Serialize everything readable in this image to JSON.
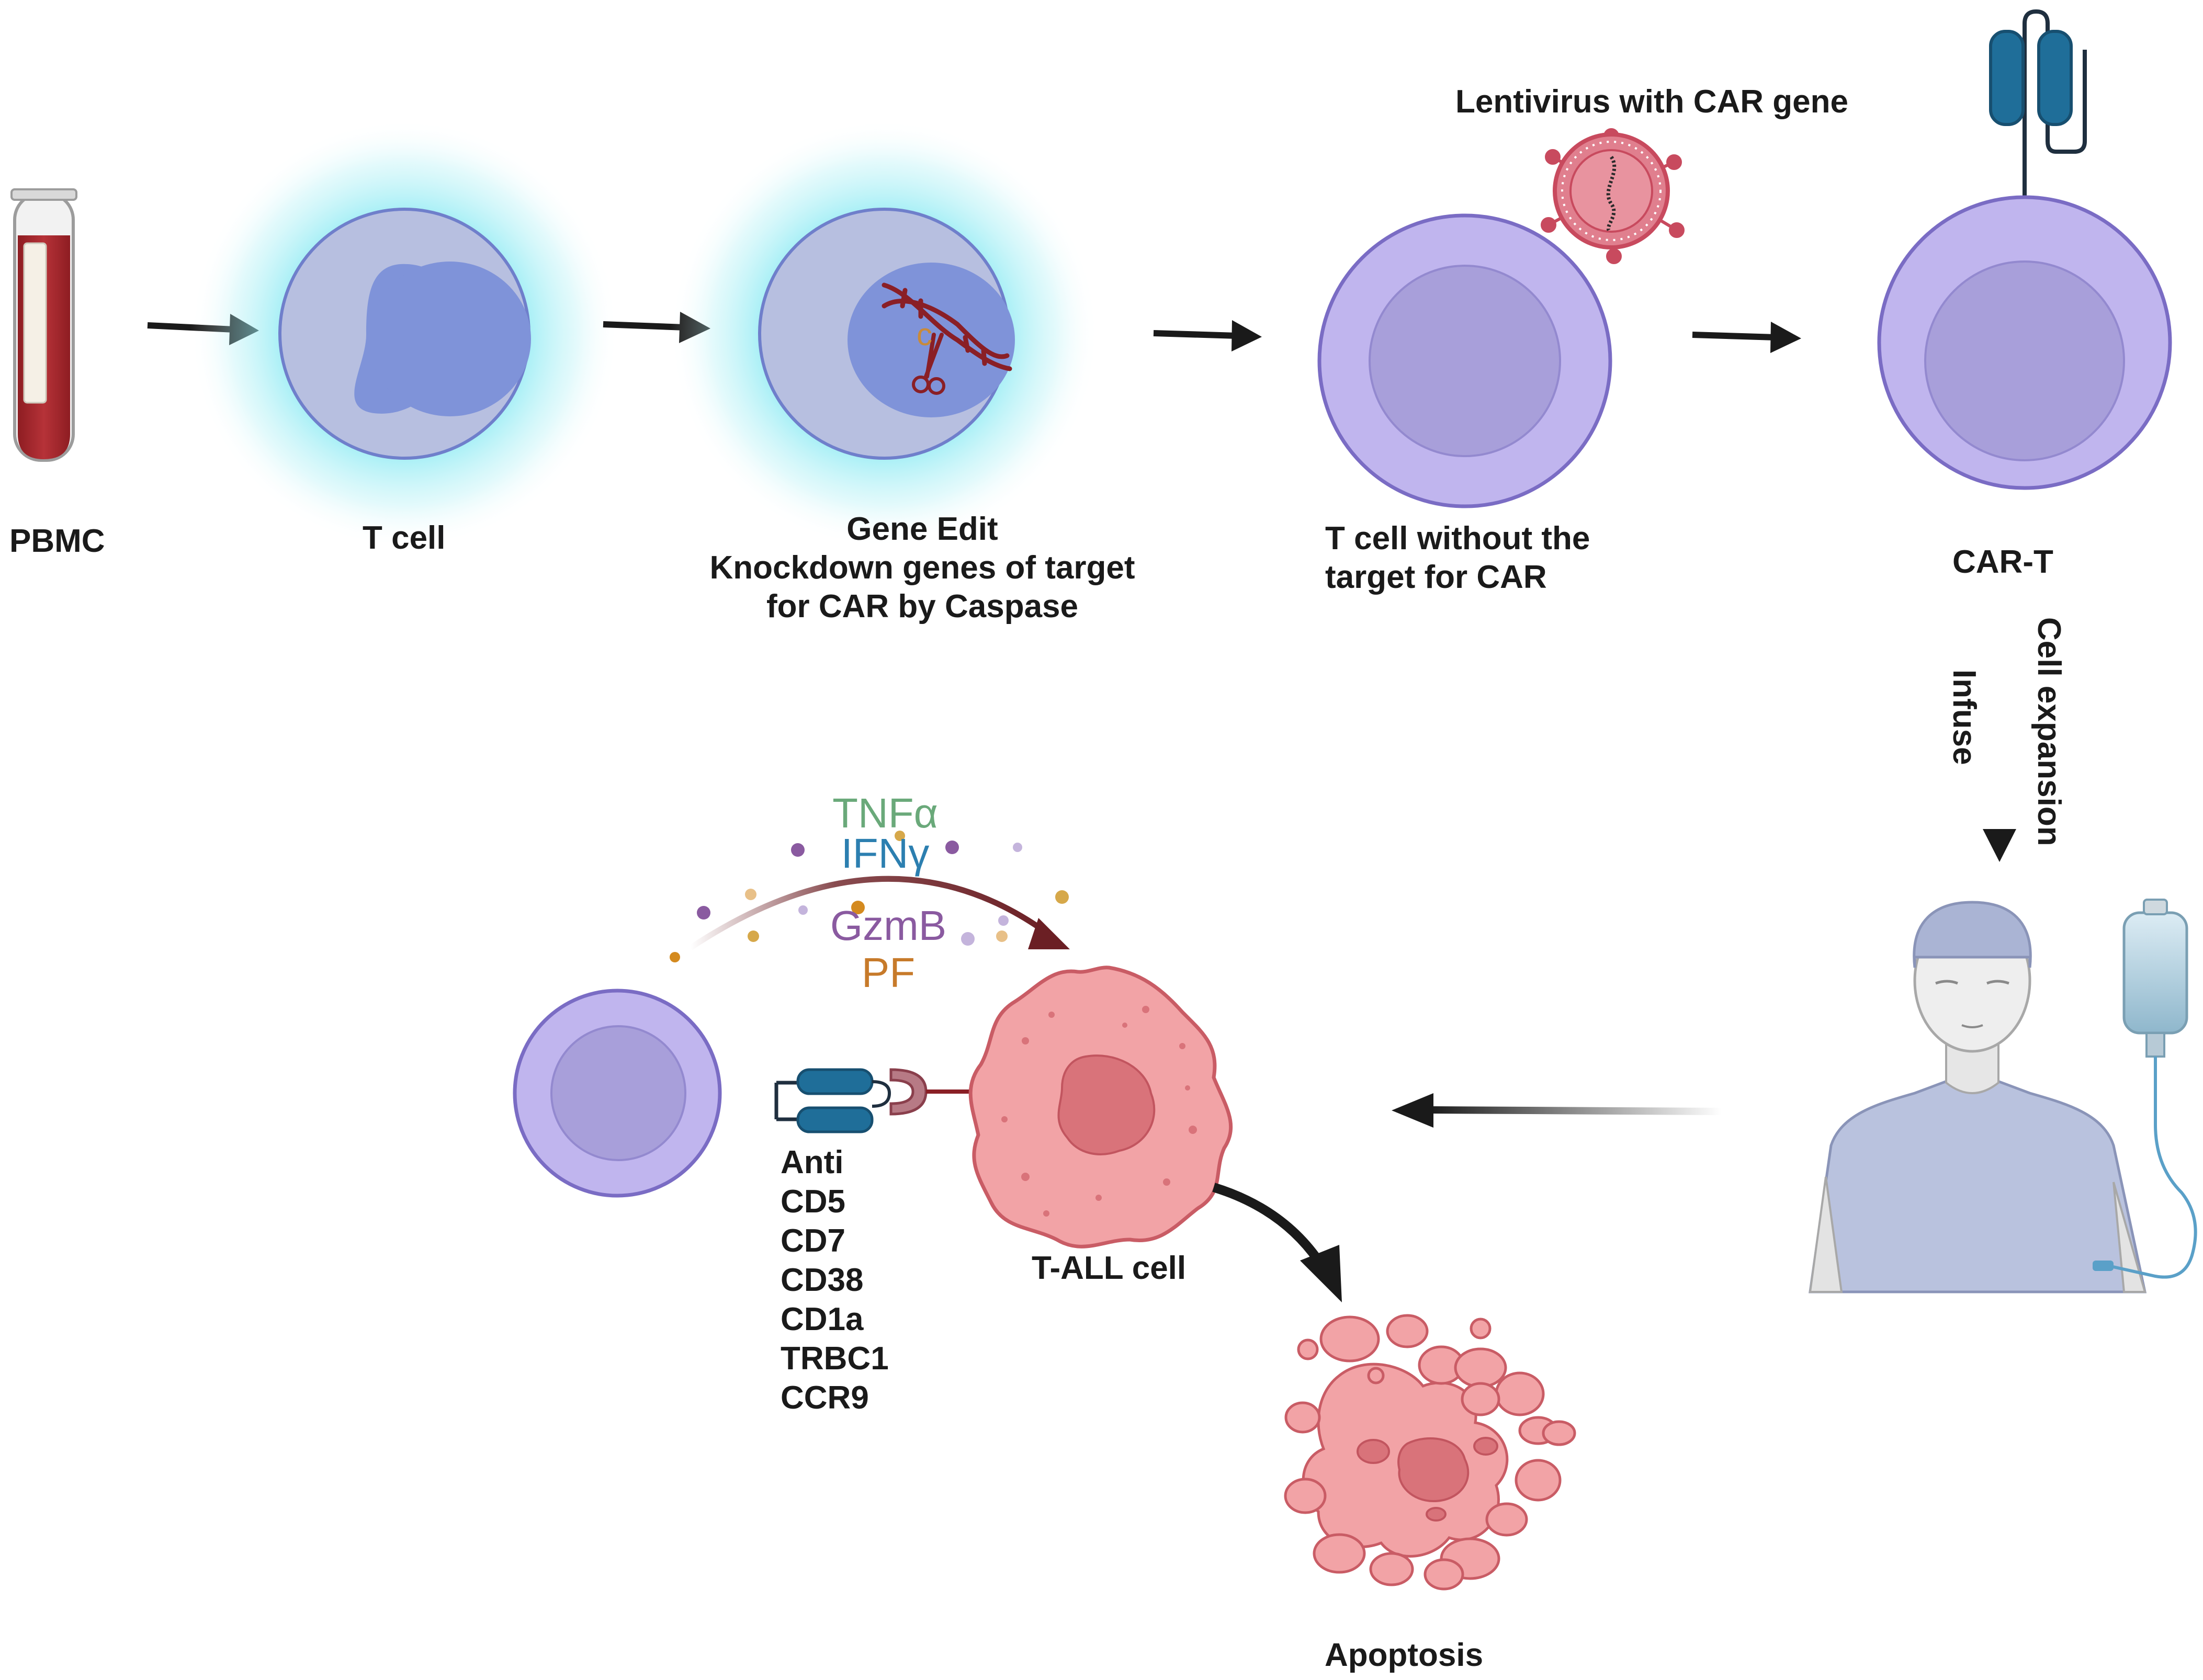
{
  "labels": {
    "pbmc": "PBMC",
    "t_cell": "T cell",
    "gene_edit_line1": "Gene Edit",
    "gene_edit_line2": "Knockdown genes of target",
    "gene_edit_line3": "for CAR by Caspase",
    "lentivirus": "Lentivirus with CAR gene",
    "t_cell_without_line1": "T cell without the",
    "t_cell_without_line2": "target for CAR",
    "car_t": "CAR-T",
    "cell_expansion": "Cell expansion",
    "infuse": "Infuse",
    "t_all_cell": "T-ALL cell",
    "apoptosis": "Apoptosis"
  },
  "cytokines": [
    {
      "text": "TNFα",
      "color": "#6aa97a"
    },
    {
      "text": "IFNγ",
      "color": "#2c7fb0"
    },
    {
      "text": "GzmB",
      "color": "#8a5aa0"
    },
    {
      "text": "PF",
      "color": "#c77a2a"
    }
  ],
  "antigens": [
    "Anti",
    "CD5",
    "CD7",
    "CD38",
    "CD1a",
    "TRBC1",
    "CCR9"
  ],
  "colors": {
    "t_cell_fill": "#b7bfe0",
    "t_cell_nucleus": "#7f93d9",
    "car_t_fill": "#c0b5ee",
    "car_t_nucleus": "#a89fda",
    "tumor_fill": "#f2a3a6",
    "tumor_nucleus": "#d9737a",
    "car_receptor": "#1f6e99",
    "glow": "#7fe8f2",
    "blood": "#a8282e",
    "virus": "#e07f8e"
  }
}
